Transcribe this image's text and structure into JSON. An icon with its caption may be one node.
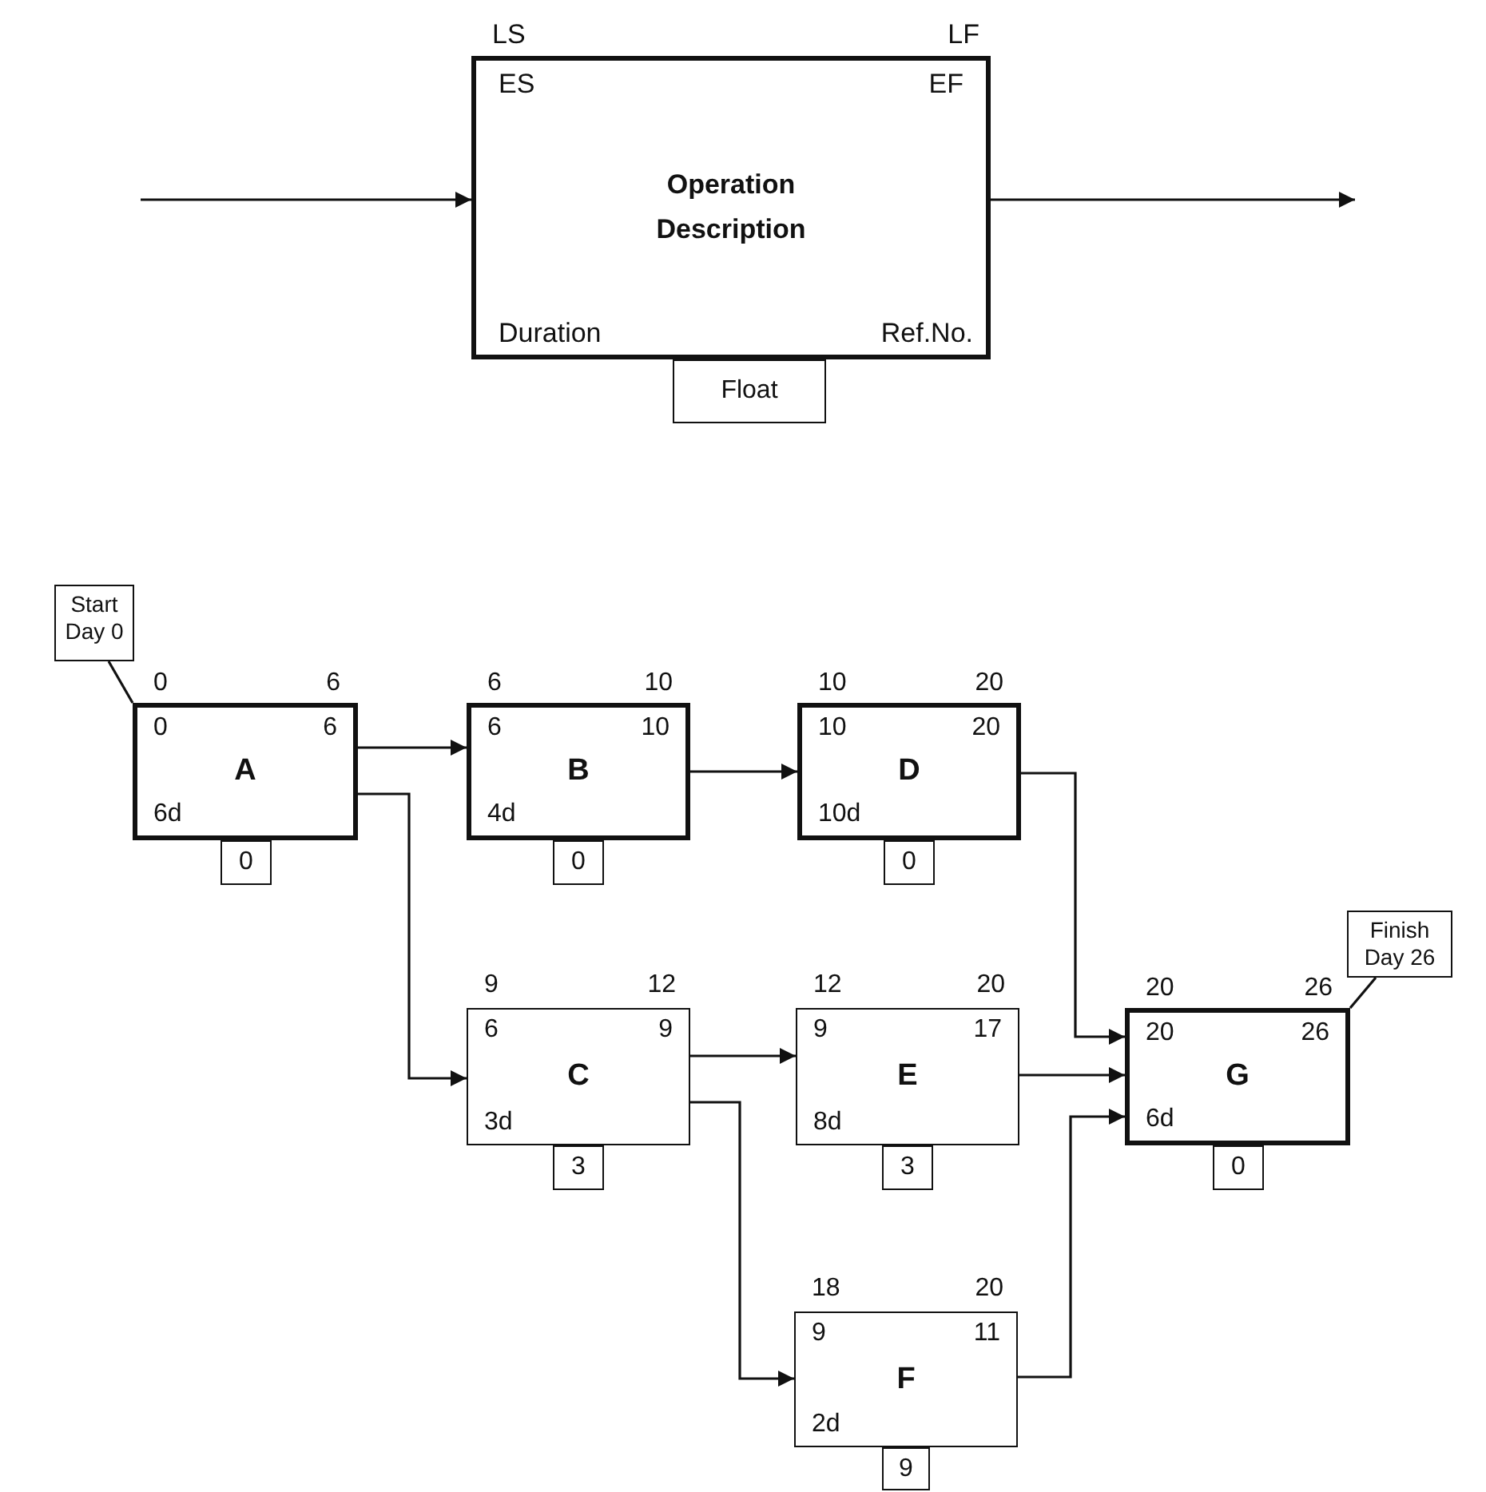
{
  "diagram": {
    "nodes": [
      {
        "text": [
          "ES",
          "EF",
          "Operation Description",
          "Duration",
          "Ref.No."
        ],
        "beside": [
          "LS",
          "LF"
        ]
      },
      {
        "text": [
          "Float"
        ]
      },
      {
        "text": [
          "Start Day 0"
        ]
      },
      {
        "text": [
          "0",
          "6",
          "A",
          "6d"
        ],
        "beside": [
          "0",
          "6"
        ]
      },
      {
        "text": [
          "0"
        ]
      },
      {
        "text": [
          "6",
          "10",
          "B",
          "4d"
        ],
        "beside": [
          "6",
          "10"
        ]
      },
      {
        "text": [
          "0"
        ]
      },
      {
        "text": [
          "10",
          "20",
          "D",
          "10d"
        ],
        "beside": [
          "10",
          "20"
        ]
      },
      {
        "text": [
          "0"
        ]
      },
      {
        "text": [
          "6",
          "9",
          "C",
          "3d"
        ],
        "beside": [
          "9",
          "12"
        ]
      },
      {
        "text": [
          "3"
        ]
      },
      {
        "text": [
          "9",
          "17",
          "E",
          "8d"
        ],
        "beside": [
          "12",
          "20"
        ]
      },
      {
        "text": [
          "3"
        ]
      },
      {
        "text": [
          "20",
          "26",
          "G",
          "6d"
        ],
        "beside": [
          "20",
          "26"
        ]
      },
      {
        "text": [
          "0"
        ]
      },
      {
        "text": [
          "Finish Day 26"
        ]
      },
      {
        "text": [
          "9",
          "11",
          "F",
          "2d"
        ],
        "beside": [
          "18",
          "20"
        ]
      },
      {
        "text": [
          "9"
        ]
      }
    ],
    "edges": [
      {
        "from": null,
        "to": 0,
        "arrow": "to"
      },
      {
        "from": 0,
        "to": null,
        "arrow": "to"
      },
      {
        "from": 2,
        "to": 3,
        "arrow": "none"
      },
      {
        "from": 15,
        "to": 13,
        "arrow": "none"
      },
      {
        "from": 3,
        "to": 5,
        "arrow": "to"
      },
      {
        "from": 3,
        "to": 9,
        "arrow": "to"
      },
      {
        "from": 5,
        "to": 7,
        "arrow": "to"
      },
      {
        "from": 7,
        "to": 13,
        "arrow": "to"
      },
      {
        "from": 9,
        "to": 11,
        "arrow": "to"
      },
      {
        "from": 9,
        "to": 16,
        "arrow": "to"
      },
      {
        "from": 11,
        "to": 13,
        "arrow": "to"
      },
      {
        "from": 16,
        "to": 13,
        "arrow": "to"
      }
    ]
  }
}
